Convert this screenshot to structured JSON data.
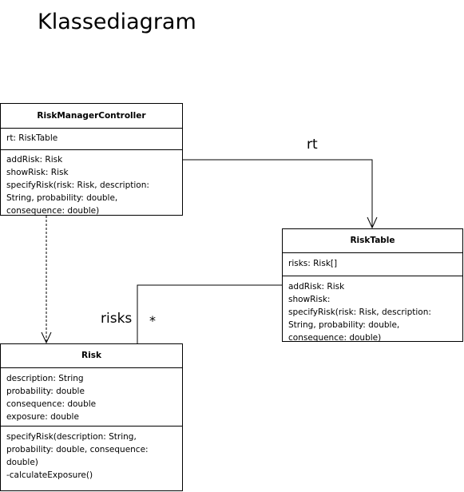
{
  "title": "Klassediagram",
  "classes": {
    "risk_manager_controller": {
      "name": "RiskManagerController",
      "attributes": [
        "rt: RiskTable"
      ],
      "operations": [
        "addRisk: Risk",
        "showRisk: Risk",
        "specifyRisk(risk: Risk, description:",
        "String, probability: double,",
        "consequence: double)"
      ]
    },
    "risk_table": {
      "name": "RiskTable",
      "attributes": [
        "risks: Risk[]"
      ],
      "operations": [
        "addRisk: Risk",
        "showRisk:",
        "specifyRisk(risk: Risk, description:",
        "String, probability: double,",
        "consequence: double)"
      ]
    },
    "risk": {
      "name": "Risk",
      "attributes": [
        "description: String",
        "probability: double",
        "consequence: double",
        "exposure: double"
      ],
      "operations": [
        "specifyRisk(description: String,",
        "probability: double, consequence:",
        "double)",
        "-calculateExposure()"
      ]
    }
  },
  "associations": {
    "rt_label": "rt",
    "risks_label": "risks",
    "risks_multiplicity": "*"
  }
}
